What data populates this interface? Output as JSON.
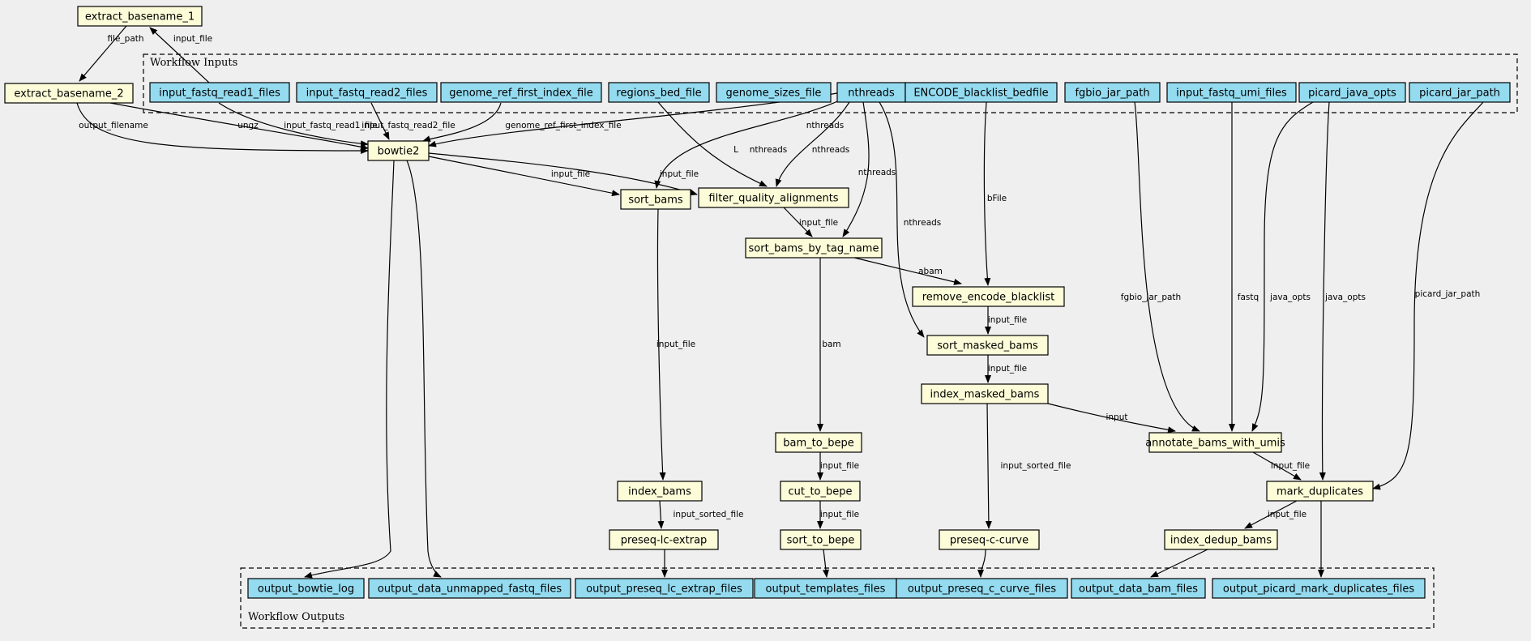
{
  "clusters": {
    "inputs": "Workflow Inputs",
    "outputs": "Workflow Outputs"
  },
  "nodes": [
    {
      "id": "extract_basename_1",
      "label": "extract_basename_1",
      "kind": "step"
    },
    {
      "id": "extract_basename_2",
      "label": "extract_basename_2",
      "kind": "step"
    },
    {
      "id": "input_fastq_read1_files",
      "label": "input_fastq_read1_files",
      "kind": "input"
    },
    {
      "id": "input_fastq_read2_files",
      "label": "input_fastq_read2_files",
      "kind": "input"
    },
    {
      "id": "genome_ref_first_index_file",
      "label": "genome_ref_first_index_file",
      "kind": "input"
    },
    {
      "id": "regions_bed_file",
      "label": "regions_bed_file",
      "kind": "input"
    },
    {
      "id": "genome_sizes_file",
      "label": "genome_sizes_file",
      "kind": "input"
    },
    {
      "id": "nthreads",
      "label": "nthreads",
      "kind": "input"
    },
    {
      "id": "ENCODE_blacklist_bedfile",
      "label": "ENCODE_blacklist_bedfile",
      "kind": "input"
    },
    {
      "id": "fgbio_jar_path",
      "label": "fgbio_jar_path",
      "kind": "input"
    },
    {
      "id": "input_fastq_umi_files",
      "label": "input_fastq_umi_files",
      "kind": "input"
    },
    {
      "id": "picard_java_opts",
      "label": "picard_java_opts",
      "kind": "input"
    },
    {
      "id": "picard_jar_path",
      "label": "picard_jar_path",
      "kind": "input"
    },
    {
      "id": "bowtie2",
      "label": "bowtie2",
      "kind": "step"
    },
    {
      "id": "sort_bams",
      "label": "sort_bams",
      "kind": "step"
    },
    {
      "id": "filter_quality_alignments",
      "label": "filter_quality_alignments",
      "kind": "step"
    },
    {
      "id": "sort_bams_by_tag_name",
      "label": "sort_bams_by_tag_name",
      "kind": "step"
    },
    {
      "id": "remove_encode_blacklist",
      "label": "remove_encode_blacklist",
      "kind": "step"
    },
    {
      "id": "sort_masked_bams",
      "label": "sort_masked_bams",
      "kind": "step"
    },
    {
      "id": "index_masked_bams",
      "label": "index_masked_bams",
      "kind": "step"
    },
    {
      "id": "annotate_bams_with_umis",
      "label": "annotate_bams_with_umis",
      "kind": "step"
    },
    {
      "id": "mark_duplicates",
      "label": "mark_duplicates",
      "kind": "step"
    },
    {
      "id": "index_dedup_bams",
      "label": "index_dedup_bams",
      "kind": "step"
    },
    {
      "id": "bam_to_bepe",
      "label": "bam_to_bepe",
      "kind": "step"
    },
    {
      "id": "cut_to_bepe",
      "label": "cut_to_bepe",
      "kind": "step"
    },
    {
      "id": "sort_to_bepe",
      "label": "sort_to_bepe",
      "kind": "step"
    },
    {
      "id": "index_bams",
      "label": "index_bams",
      "kind": "step"
    },
    {
      "id": "preseq_lc_extrap",
      "label": "preseq-lc-extrap",
      "kind": "step"
    },
    {
      "id": "preseq_c_curve",
      "label": "preseq-c-curve",
      "kind": "step"
    },
    {
      "id": "output_bowtie_log",
      "label": "output_bowtie_log",
      "kind": "output"
    },
    {
      "id": "output_data_unmapped_fastq_files",
      "label": "output_data_unmapped_fastq_files",
      "kind": "output"
    },
    {
      "id": "output_preseq_lc_extrap_files",
      "label": "output_preseq_lc_extrap_files",
      "kind": "output"
    },
    {
      "id": "output_templates_files",
      "label": "output_templates_files",
      "kind": "output"
    },
    {
      "id": "output_preseq_c_curve_files",
      "label": "output_preseq_c_curve_files",
      "kind": "output"
    },
    {
      "id": "output_data_bam_files",
      "label": "output_data_bam_files",
      "kind": "output"
    },
    {
      "id": "output_picard_mark_duplicates_files",
      "label": "output_picard_mark_duplicates_files",
      "kind": "output"
    }
  ],
  "edges": [
    {
      "from": "extract_basename_1",
      "to": "extract_basename_2",
      "label": "file_path"
    },
    {
      "from": "input_fastq_read1_files",
      "to": "extract_basename_1",
      "label": "input_file"
    },
    {
      "from": "extract_basename_2",
      "to": "bowtie2",
      "label": "output_filename"
    },
    {
      "from": "extract_basename_2",
      "to": "bowtie2",
      "label": "ungz"
    },
    {
      "from": "input_fastq_read1_files",
      "to": "bowtie2",
      "label": "input_fastq_read1_file"
    },
    {
      "from": "input_fastq_read2_files",
      "to": "bowtie2",
      "label": "input_fastq_read2_file"
    },
    {
      "from": "genome_ref_first_index_file",
      "to": "bowtie2",
      "label": "genome_ref_first_index_file"
    },
    {
      "from": "nthreads",
      "to": "bowtie2",
      "label": "nthreads"
    },
    {
      "from": "nthreads",
      "to": "sort_bams",
      "label": "nthreads"
    },
    {
      "from": "nthreads",
      "to": "filter_quality_alignments",
      "label": "nthreads"
    },
    {
      "from": "nthreads",
      "to": "sort_bams_by_tag_name",
      "label": "nthreads"
    },
    {
      "from": "nthreads",
      "to": "sort_masked_bams",
      "label": "nthreads"
    },
    {
      "from": "regions_bed_file",
      "to": "filter_quality_alignments",
      "label": "L"
    },
    {
      "from": "bowtie2",
      "to": "sort_bams",
      "label": "input_file"
    },
    {
      "from": "bowtie2",
      "to": "filter_quality_alignments",
      "label": "input_file"
    },
    {
      "from": "filter_quality_alignments",
      "to": "sort_bams_by_tag_name",
      "label": "input_file"
    },
    {
      "from": "sort_bams_by_tag_name",
      "to": "remove_encode_blacklist",
      "label": "abam"
    },
    {
      "from": "ENCODE_blacklist_bedfile",
      "to": "remove_encode_blacklist",
      "label": "bFile"
    },
    {
      "from": "remove_encode_blacklist",
      "to": "sort_masked_bams",
      "label": "input_file"
    },
    {
      "from": "sort_masked_bams",
      "to": "index_masked_bams",
      "label": "input_file"
    },
    {
      "from": "index_masked_bams",
      "to": "annotate_bams_with_umis",
      "label": "input"
    },
    {
      "from": "fgbio_jar_path",
      "to": "annotate_bams_with_umis",
      "label": "fgbio_jar_path"
    },
    {
      "from": "input_fastq_umi_files",
      "to": "annotate_bams_with_umis",
      "label": "fastq"
    },
    {
      "from": "picard_java_opts",
      "to": "annotate_bams_with_umis",
      "label": "java_opts"
    },
    {
      "from": "picard_java_opts",
      "to": "mark_duplicates",
      "label": "java_opts"
    },
    {
      "from": "picard_jar_path",
      "to": "mark_duplicates",
      "label": "picard_jar_path"
    },
    {
      "from": "annotate_bams_with_umis",
      "to": "mark_duplicates",
      "label": "input_file"
    },
    {
      "from": "mark_duplicates",
      "to": "index_dedup_bams",
      "label": "input_file"
    },
    {
      "from": "sort_bams_by_tag_name",
      "to": "bam_to_bepe",
      "label": "bam"
    },
    {
      "from": "bam_to_bepe",
      "to": "cut_to_bepe",
      "label": "input_file"
    },
    {
      "from": "cut_to_bepe",
      "to": "sort_to_bepe",
      "label": "input_file"
    },
    {
      "from": "sort_bams",
      "to": "index_bams",
      "label": "input_file"
    },
    {
      "from": "index_bams",
      "to": "preseq_lc_extrap",
      "label": "input_sorted_file"
    },
    {
      "from": "index_masked_bams",
      "to": "preseq_c_curve",
      "label": "input_sorted_file"
    },
    {
      "from": "bowtie2",
      "to": "output_bowtie_log",
      "label": ""
    },
    {
      "from": "bowtie2",
      "to": "output_data_unmapped_fastq_files",
      "label": ""
    },
    {
      "from": "preseq_lc_extrap",
      "to": "output_preseq_lc_extrap_files",
      "label": ""
    },
    {
      "from": "sort_to_bepe",
      "to": "output_templates_files",
      "label": ""
    },
    {
      "from": "preseq_c_curve",
      "to": "output_preseq_c_curve_files",
      "label": ""
    },
    {
      "from": "index_dedup_bams",
      "to": "output_data_bam_files",
      "label": ""
    },
    {
      "from": "mark_duplicates",
      "to": "output_picard_mark_duplicates_files",
      "label": ""
    }
  ]
}
